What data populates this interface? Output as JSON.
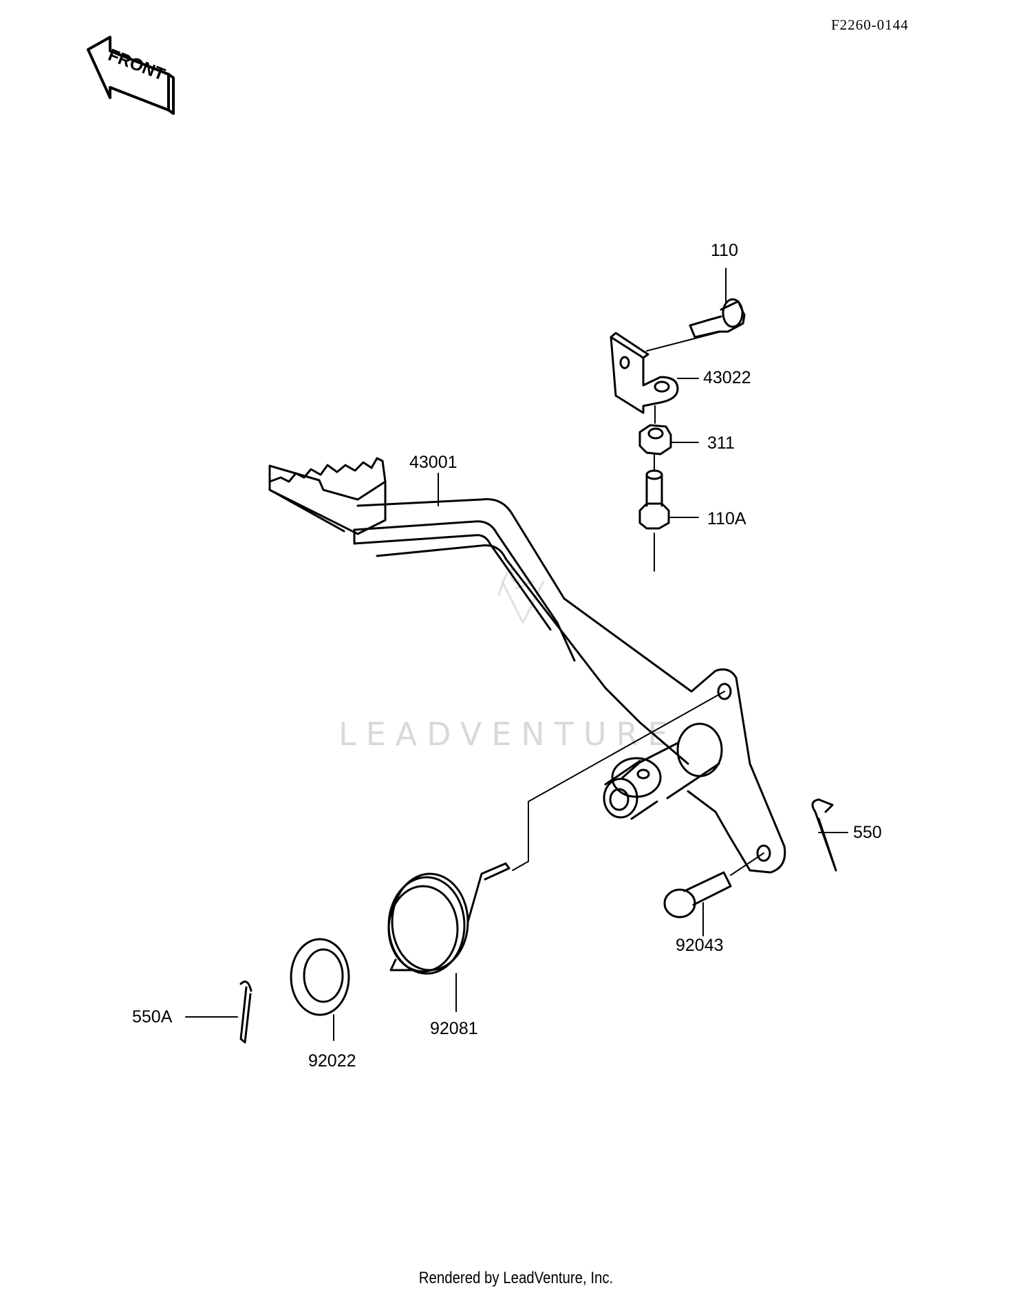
{
  "diagram_code": "F2260-0144",
  "front_arrow_text": "FRONT",
  "watermark_text": "LEADVENTURE",
  "footer_text": "Rendered by LeadVenture, Inc.",
  "callouts": {
    "c110": "110",
    "c43022": "43022",
    "c311": "311",
    "c110A": "110A",
    "c43001": "43001",
    "c550": "550",
    "c92043": "92043",
    "c550A": "550A",
    "c92022": "92022",
    "c92081": "92081"
  }
}
